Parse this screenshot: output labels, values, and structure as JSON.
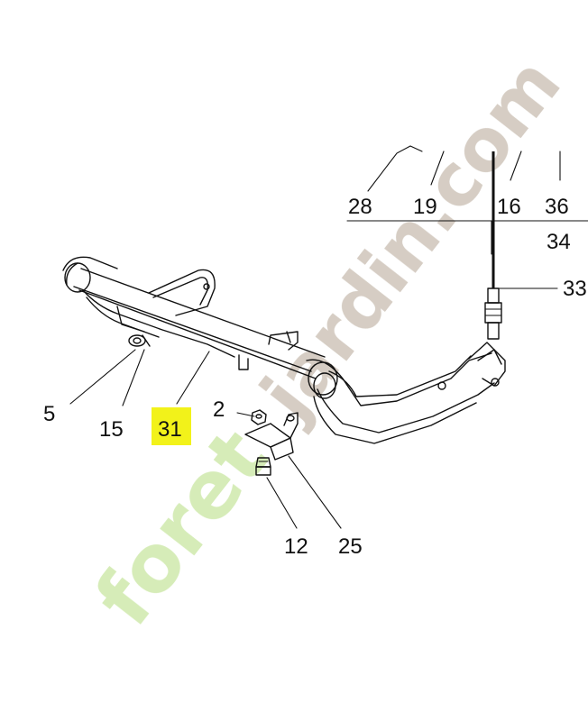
{
  "labels": {
    "l28": "28",
    "l19": "19",
    "l16": "16",
    "l36": "36",
    "l34": "34",
    "l33": "33",
    "l5": "5",
    "l15": "15",
    "l31": "31",
    "l2": "2",
    "l12": "12",
    "l25": "25"
  },
  "highlight_color": "#f2f21a",
  "watermark": {
    "text_green": "foret",
    "text_grey": "jardin.com",
    "green": "#c8e6a0",
    "grey": "#c8bdb0"
  }
}
